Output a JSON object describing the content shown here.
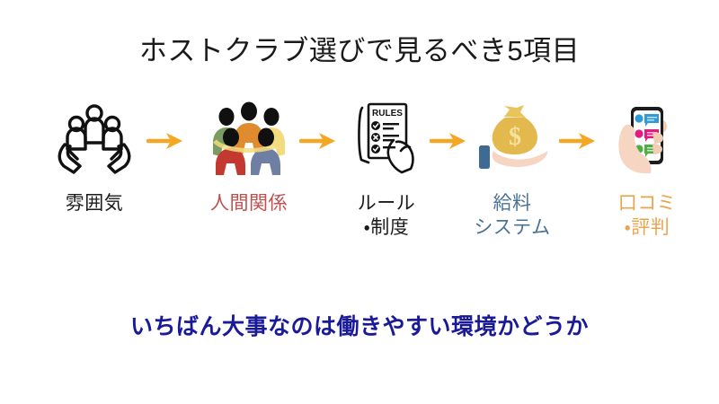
{
  "slide": {
    "background_color": "#ffffff",
    "title": "ホストクラブ選びで見るべき5項目",
    "title_color": "#1a1a1a",
    "footer": "いちばん大事なのは働きやすい環境かどうか",
    "footer_color": "#1a1a99",
    "arrow_color": "#F5A623",
    "arrow_count": 4
  },
  "steps": [
    {
      "index": "1",
      "label": "雰囲気",
      "label_color": "#1a1a1a",
      "icon": "hands-holding-people-icon"
    },
    {
      "index": "2",
      "label": "人間関係",
      "label_color": "#c0504d",
      "icon": "circle-of-people-icon"
    },
    {
      "index": "3",
      "label": "ルール\n・制度",
      "label_color": "#1a1a1a",
      "icon": "rules-checklist-icon",
      "icon_text": "RULES"
    },
    {
      "index": "4",
      "label": "給料\nシステム",
      "label_color": "#4a7296",
      "icon": "money-bag-in-hand-icon",
      "icon_text": "$"
    },
    {
      "index": "5",
      "label": "口コミ\n・評判",
      "label_color": "#eba44e",
      "icon": "hand-holding-phone-reviews-icon"
    }
  ]
}
